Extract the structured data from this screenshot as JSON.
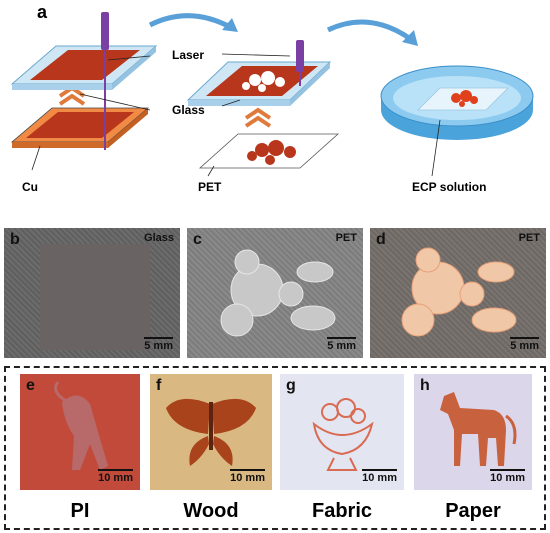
{
  "panel_a": {
    "letter": "a",
    "labels": {
      "laser": "Laser",
      "glass": "Glass",
      "cu": "Cu",
      "pet": "PET",
      "ecp": "ECP solution"
    }
  },
  "photos": [
    {
      "letter": "b",
      "corner": "Glass",
      "scale": "5 mm"
    },
    {
      "letter": "c",
      "corner": "PET",
      "scale": "5 mm"
    },
    {
      "letter": "d",
      "corner": "PET",
      "scale": "5 mm"
    }
  ],
  "substrates": [
    {
      "letter": "e",
      "scale": "10 mm",
      "name": "PI"
    },
    {
      "letter": "f",
      "scale": "10 mm",
      "name": "Wood"
    },
    {
      "letter": "g",
      "scale": "10 mm",
      "name": "Fabric"
    },
    {
      "letter": "h",
      "scale": "10 mm",
      "name": "Paper"
    }
  ],
  "colors": {
    "laser": "#7a3fa3",
    "copper_film": "#b8371c",
    "cu_plate": "#f08a45",
    "glass": "#cfe6f5",
    "dish": "#4aa3db",
    "arrow": "#5aa0d8"
  }
}
